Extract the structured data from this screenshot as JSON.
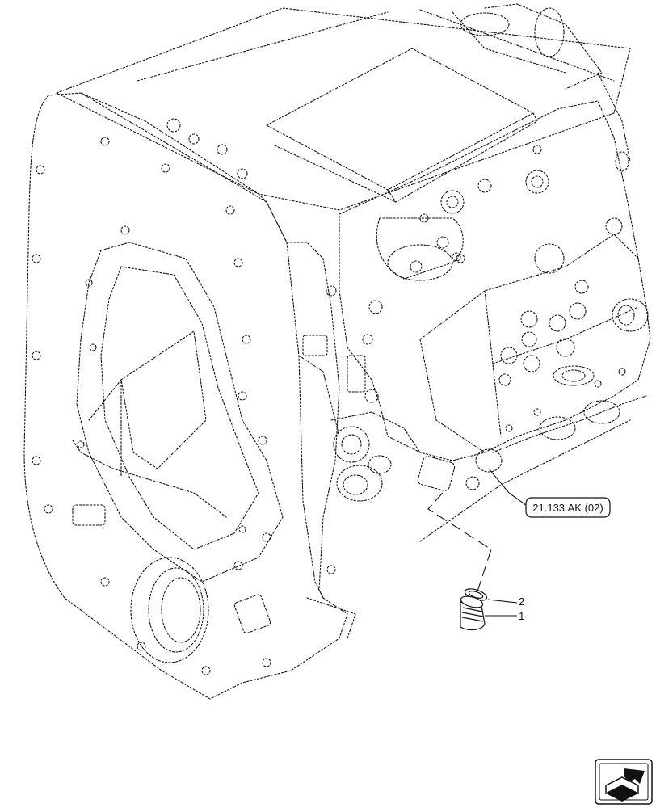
{
  "callouts": {
    "reference": "21.133.AK (02)",
    "item_1": "1",
    "item_2": "2"
  },
  "icons": {
    "navigation": "return-arrow-icon"
  }
}
